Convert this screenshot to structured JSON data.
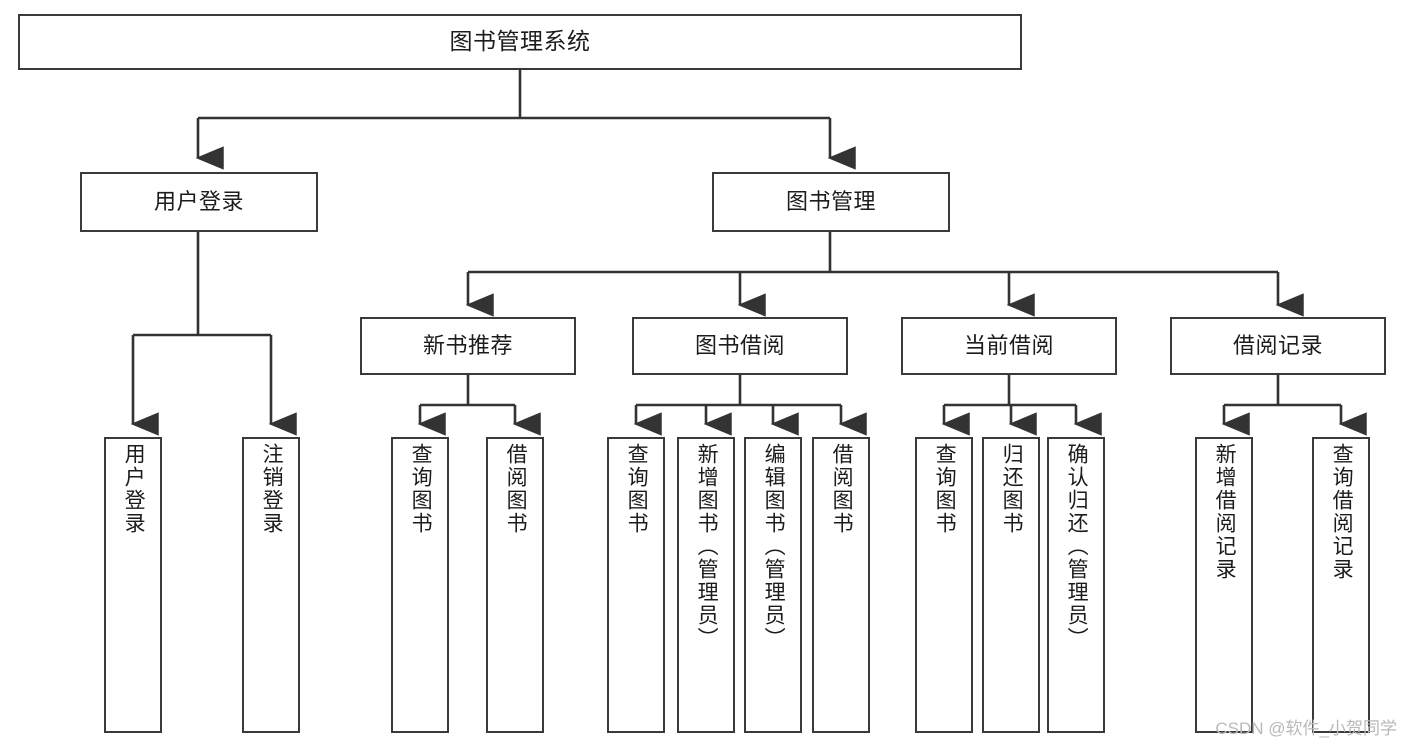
{
  "diagram": {
    "title": "图书管理系统",
    "type": "tree-hierarchy-chart",
    "colors": {
      "box_border": "#3a3a3a",
      "box_fill": "#ffffff",
      "edge": "#333333",
      "text": "#1c1c1c",
      "watermark": "#b9b9b9",
      "background": "#ffffff"
    },
    "root": {
      "label": "图书管理系统"
    },
    "level2": [
      {
        "label": "用户登录"
      },
      {
        "label": "图书管理"
      }
    ],
    "level3": [
      {
        "label": "新书推荐"
      },
      {
        "label": "图书借阅"
      },
      {
        "label": "当前借阅"
      },
      {
        "label": "借阅记录"
      }
    ],
    "leaves": {
      "user_login": [
        {
          "label": "用户登录"
        },
        {
          "label": "注销登录"
        }
      ],
      "new_book_recommend": [
        {
          "label": "查询图书"
        },
        {
          "label": "借阅图书"
        }
      ],
      "book_borrow": [
        {
          "label": "查询图书"
        },
        {
          "label": "新增图书（管理员）"
        },
        {
          "label": "编辑图书（管理员）"
        },
        {
          "label": "借阅图书"
        }
      ],
      "current_borrow": [
        {
          "label": "查询图书"
        },
        {
          "label": "归还图书"
        },
        {
          "label": "确认归还（管理员）"
        }
      ],
      "borrow_record": [
        {
          "label": "新增借阅记录"
        },
        {
          "label": "查询借阅记录"
        }
      ]
    },
    "watermark": "CSDN @软件_小贺同学"
  }
}
